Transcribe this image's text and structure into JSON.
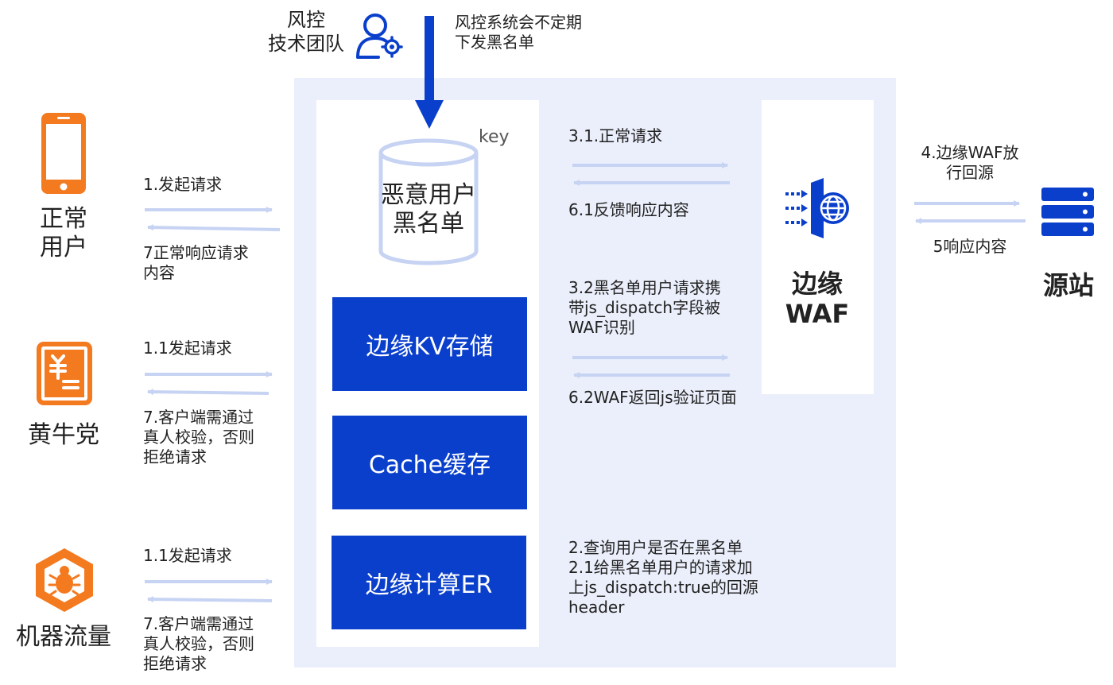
{
  "risk_team": {
    "label": "风控\n技术团队",
    "note": "风控系统会不定期\n下发黑名单"
  },
  "storage": {
    "db_label": "恶意用户\n黑名单",
    "key_label": "key",
    "kv_label": "边缘KV存储",
    "cache_label": "Cache缓存",
    "er_label": "边缘计算ER"
  },
  "waf": {
    "label": "边缘\nWAF"
  },
  "origin": {
    "label": "源站"
  },
  "clients": [
    {
      "label": "正常\n用户",
      "request": "1.发起请求",
      "response": "7正常响应请求\n内容"
    },
    {
      "label": "黄牛党",
      "request": "1.1发起请求",
      "response": "7.客户端需通过\n真人校验，否则\n拒绝请求"
    },
    {
      "label": "机器流量",
      "request": "1.1发起请求",
      "response": "7.客户端需通过\n真人校验，否则\n拒绝请求"
    }
  ],
  "flows": {
    "normal_request": "3.1.正常请求",
    "feedback": "6.1反馈响应内容",
    "blacklist_request": "3.2黑名单用户请求携\n带js_dispatch字段被\nWAF识别",
    "waf_return": "6.2WAF返回js验证页面",
    "query": "2.查询用户是否在黑名单\n2.1给黑名单用户的请求加\n上js_dispatch:true的回源\nheader",
    "waf_origin": "4.边缘WAF放\n行回源",
    "origin_response": "5响应内容"
  },
  "colors": {
    "primary_blue": "#0a3fcc",
    "orange": "#f47a20",
    "arrow": "#c7d3f3",
    "panel": "#ebeffb"
  }
}
